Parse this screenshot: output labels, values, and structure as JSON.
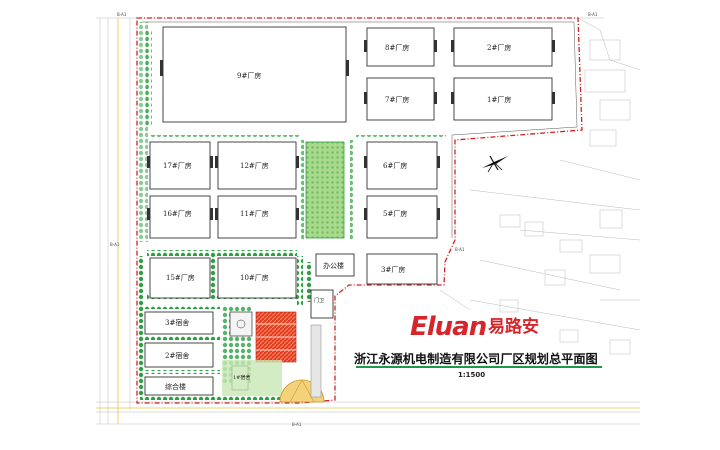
{
  "buildings": {
    "b9": "9#厂房",
    "b8": "8#厂房",
    "b2": "2#厂房",
    "b7": "7#厂房",
    "b1": "1#厂房",
    "b17": "17#厂房",
    "b12": "12#厂房",
    "b6": "6#厂房",
    "b16": "16#厂房",
    "b11": "11#厂房",
    "b5": "5#厂房",
    "b15": "15#厂房",
    "b10": "10#厂房",
    "b3": "3#厂房",
    "office": "办公楼",
    "dorm3": "3#宿舍",
    "dorm2": "2#宿舍",
    "complex": "综合楼",
    "dorm1": "1#宿舍",
    "guard": "门卫"
  },
  "axis_marks": {
    "a1": "B-A1",
    "a2": "B-A1",
    "a3": "B-A1",
    "a4": "B-A1",
    "a5": "B-A1"
  },
  "brand": {
    "latin": "Eluan",
    "chinese": "易路安"
  },
  "title": "浙江永源机电制造有限公司厂区规划总平面图",
  "scale": "1:1500",
  "colors": {
    "brand_red": "#d6262b",
    "boundary_red": "#d42020",
    "tree_green": "#2ea043",
    "lawn_green": "#b9e0a0",
    "rule_green": "#1a9a4a"
  }
}
